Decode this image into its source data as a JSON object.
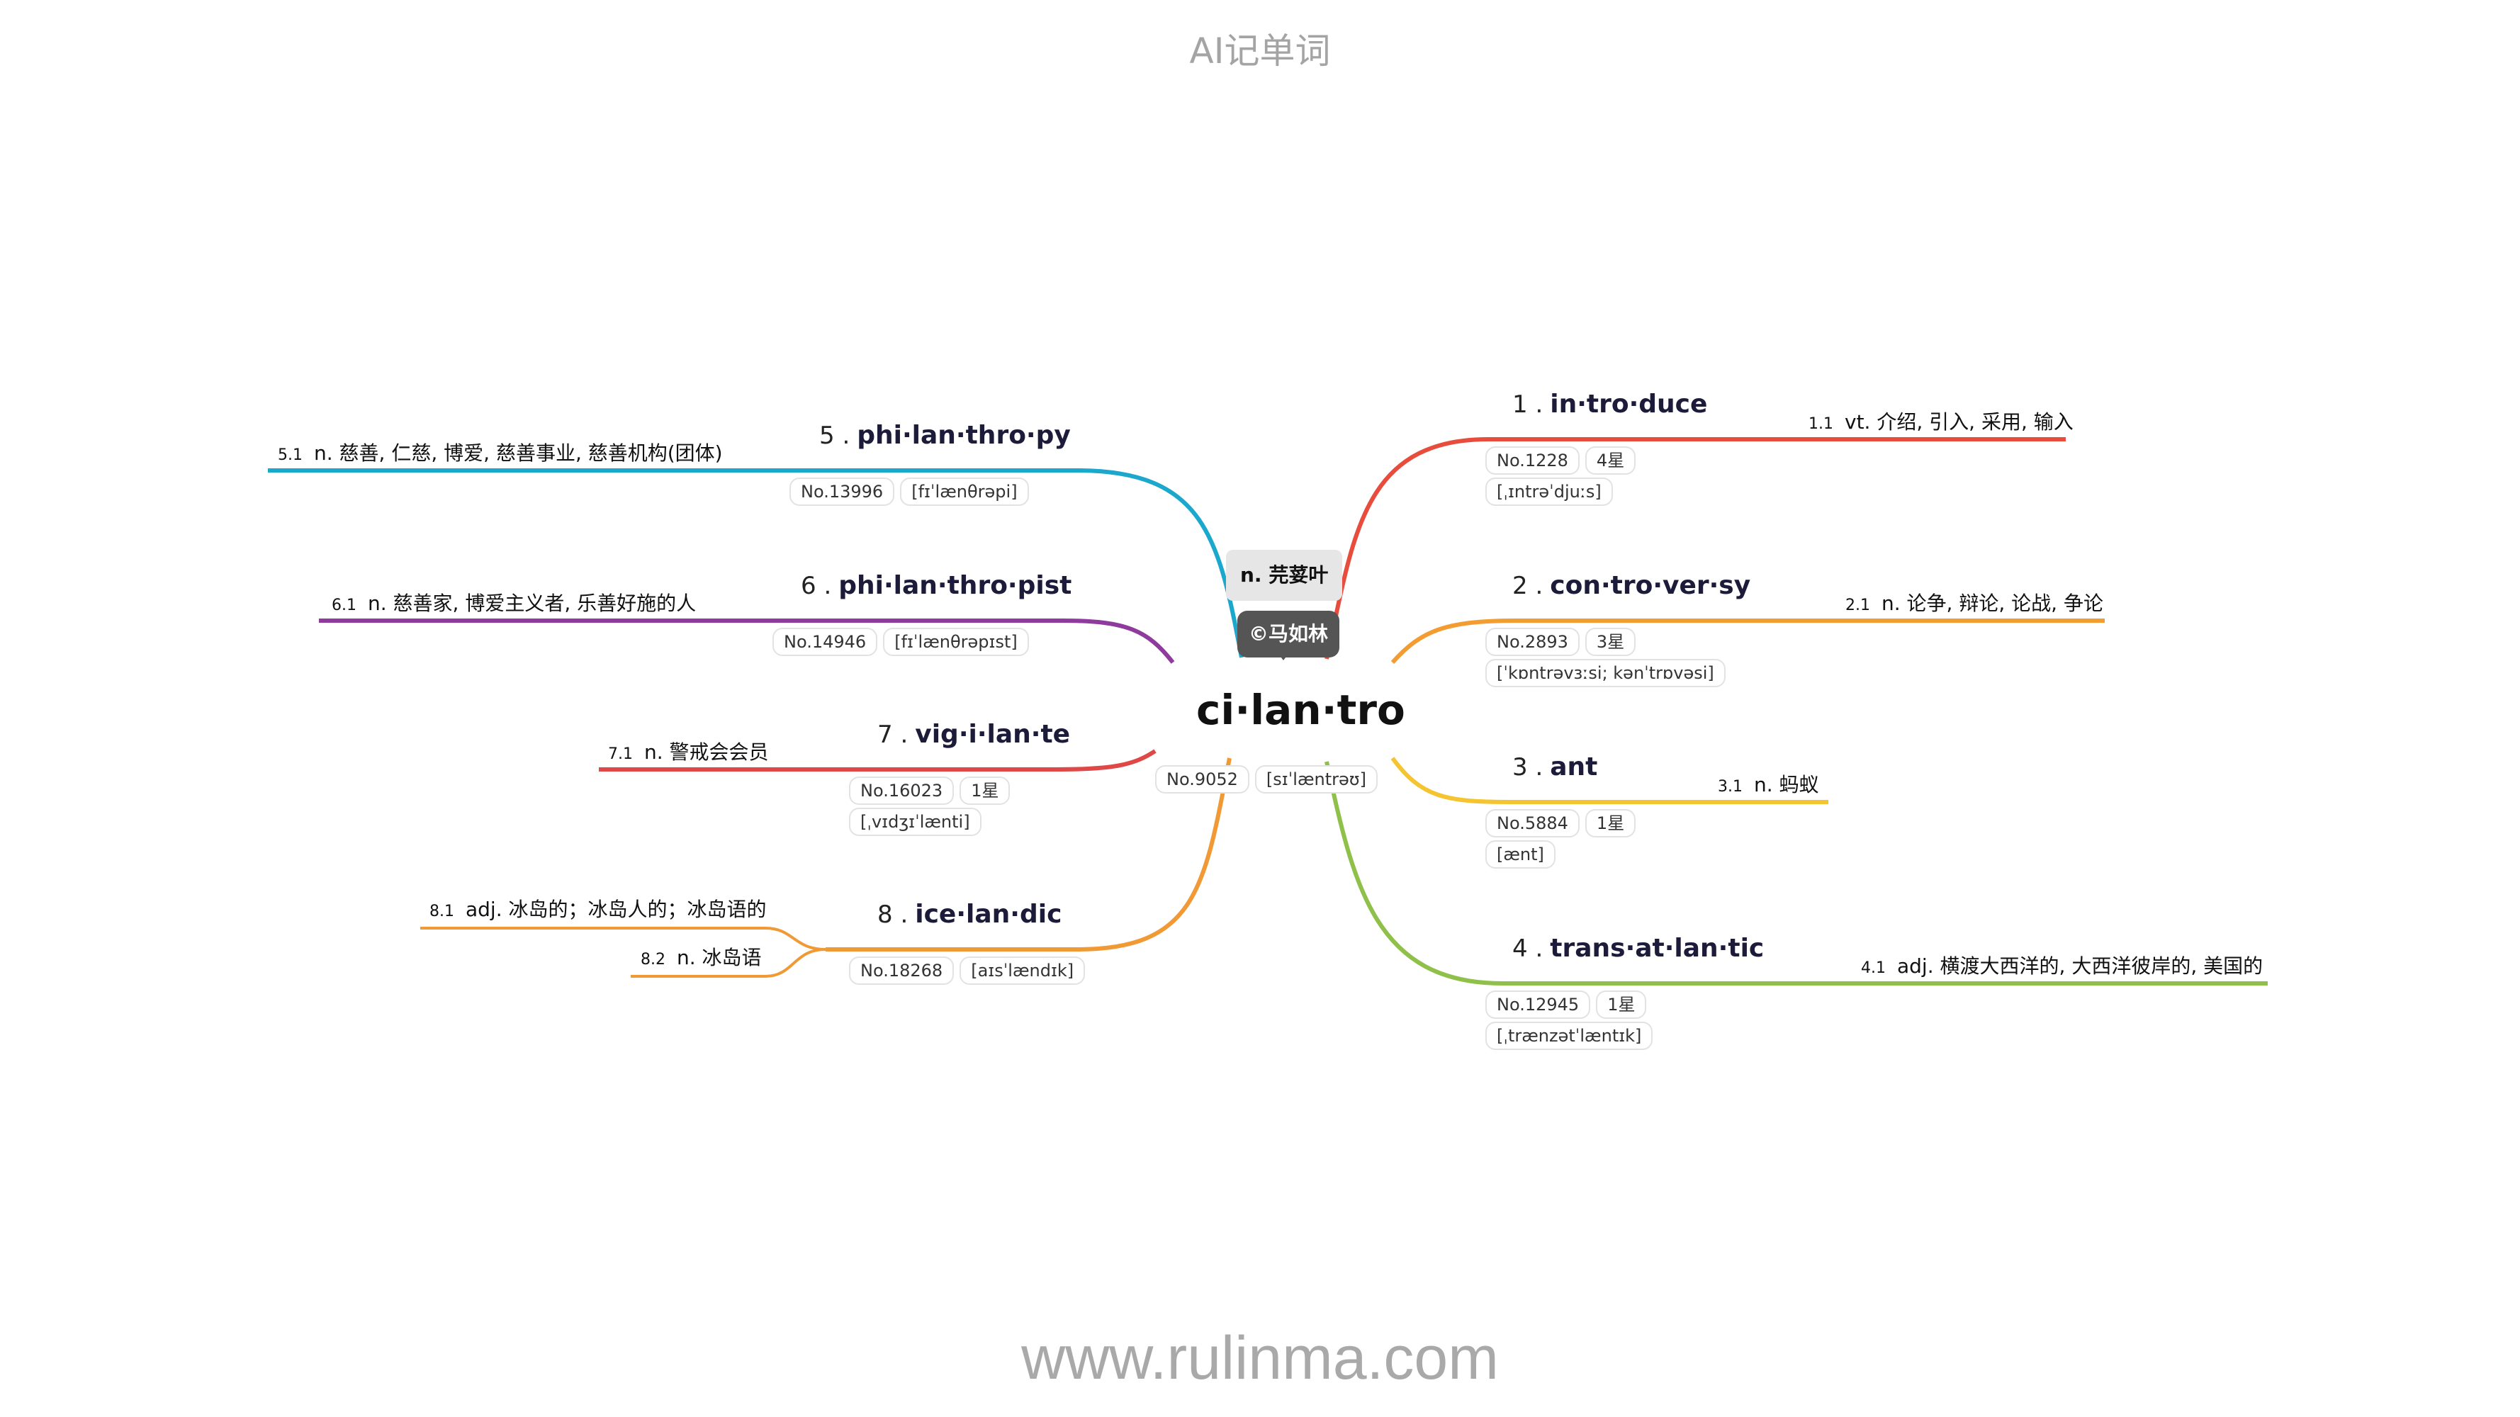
{
  "header": {
    "title": "AI记单词"
  },
  "footer": {
    "url": "www.rulinma.com"
  },
  "central": {
    "word": "ci·lan·tro",
    "number": "No.9052",
    "phonetic": "[sɪˈlæntrəʊ]",
    "meaning": "n. 芫荽叶",
    "badge": "©马如林"
  },
  "colors": {
    "b1": "#e74c3c",
    "b2": "#f39c32",
    "b3": "#f5c431",
    "b4": "#8fc04a",
    "b5": "#1ba8cc",
    "b6": "#8e3b9d",
    "b7": "#e04848",
    "b8": "#f09935"
  },
  "branches": [
    {
      "num": "1 .",
      "word": "in·tro·duce",
      "number": "No.1228",
      "stars": "4星",
      "phonetic": "[ˌɪntrəˈdjuːs]",
      "senses": [
        {
          "num": "1.1",
          "text": "vt. 介绍, 引入, 采用, 输入"
        }
      ]
    },
    {
      "num": "2 .",
      "word": "con·tro·ver·sy",
      "number": "No.2893",
      "stars": "3星",
      "phonetic": "[ˈkɒntrəvɜːsi; kənˈtrɒvəsi]",
      "senses": [
        {
          "num": "2.1",
          "text": "n. 论争, 辩论, 论战, 争论"
        }
      ]
    },
    {
      "num": "3 .",
      "word": "ant",
      "number": "No.5884",
      "stars": "1星",
      "phonetic": "[ænt]",
      "senses": [
        {
          "num": "3.1",
          "text": "n. 蚂蚁"
        }
      ]
    },
    {
      "num": "4 .",
      "word": "trans·at·lan·tic",
      "number": "No.12945",
      "stars": "1星",
      "phonetic": "[ˌtrænzətˈlæntɪk]",
      "senses": [
        {
          "num": "4.1",
          "text": "adj. 横渡大西洋的, 大西洋彼岸的, 美国的"
        }
      ]
    },
    {
      "num": "5 .",
      "word": "phi·lan·thro·py",
      "number": "No.13996",
      "phonetic": "[fɪˈlænθrəpi]",
      "senses": [
        {
          "num": "5.1",
          "text": "n. 慈善, 仁慈, 博爱, 慈善事业, 慈善机构(团体)"
        }
      ]
    },
    {
      "num": "6 .",
      "word": "phi·lan·thro·pist",
      "number": "No.14946",
      "phonetic": "[fɪˈlænθrəpɪst]",
      "senses": [
        {
          "num": "6.1",
          "text": "n. 慈善家, 博爱主义者, 乐善好施的人"
        }
      ]
    },
    {
      "num": "7 .",
      "word": "vig·i·lan·te",
      "number": "No.16023",
      "stars": "1星",
      "phonetic": "[ˌvɪdʒɪˈlænti]",
      "senses": [
        {
          "num": "7.1",
          "text": "n. 警戒会会员"
        }
      ]
    },
    {
      "num": "8 .",
      "word": "ice·lan·dic",
      "number": "No.18268",
      "phonetic": "[aɪsˈlændɪk]",
      "senses": [
        {
          "num": "8.1",
          "text": "adj. 冰岛的；冰岛人的；冰岛语的"
        },
        {
          "num": "8.2",
          "text": "n. 冰岛语"
        }
      ]
    }
  ]
}
